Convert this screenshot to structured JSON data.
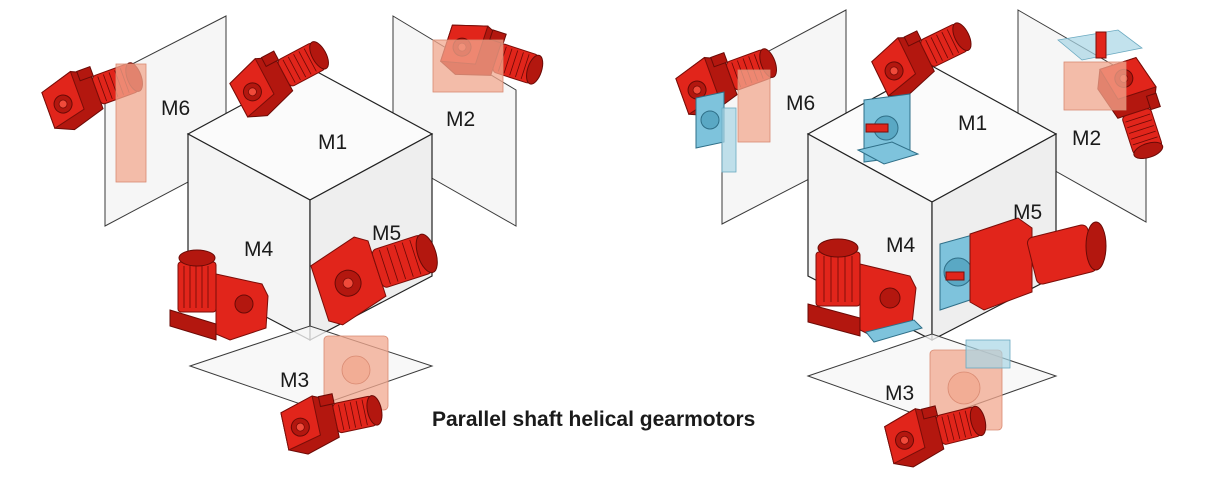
{
  "caption": "Parallel shaft helical gearmotors",
  "left_diagram": {
    "positions": [
      "M1",
      "M2",
      "M3",
      "M4",
      "M5",
      "M6"
    ]
  },
  "right_diagram": {
    "positions": [
      "M1",
      "M2",
      "M3",
      "M4",
      "M5",
      "M6"
    ]
  },
  "colors": {
    "motor": "#e1251b",
    "flange": "#7ec3dc",
    "ghost": "#f2a88f",
    "plane": "#f6f6f6"
  }
}
